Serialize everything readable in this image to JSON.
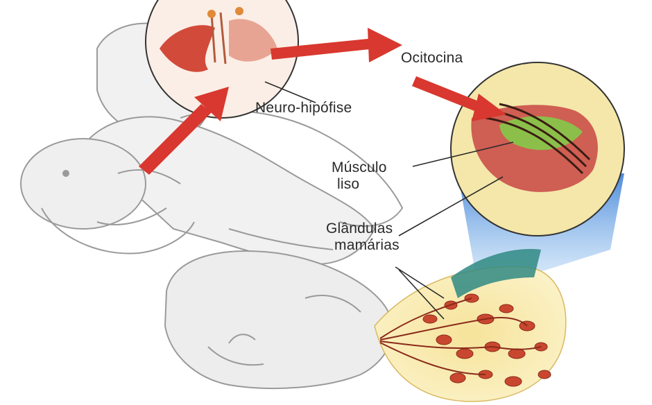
{
  "labels": {
    "ocitocina": "Ocitocina",
    "neuro_hipofise": "Neuro-hipófise",
    "musculo_liso": [
      "Músculo",
      "liso"
    ],
    "glandulas_mamarias": [
      "Glândulas",
      "mamárias"
    ]
  },
  "colors": {
    "arrow": "#d8382f",
    "sketch_line": "#9a9a9a",
    "skin_fill": "#eeeeee",
    "tissue_red": "#c9472f",
    "gland_yellow": "#f2d37a",
    "gland_green": "#8cbf4a",
    "blue_beam": "#3c7fd6",
    "duct_teal": "#2f8a83"
  }
}
